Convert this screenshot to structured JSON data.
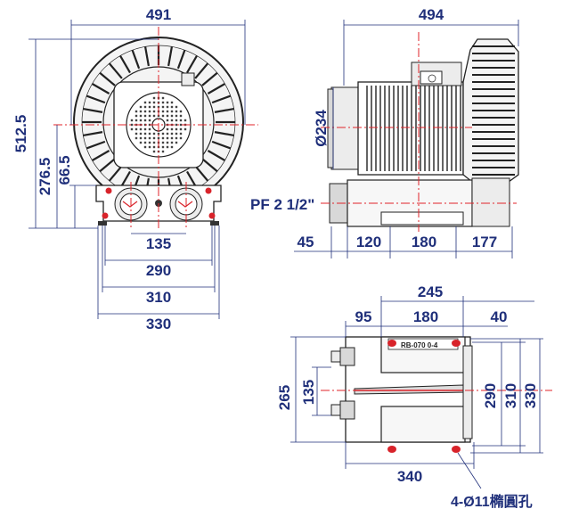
{
  "front_view": {
    "width_top": "491",
    "height_total": "512.5",
    "height_mid": "276.5",
    "height_low": "66.5",
    "inlet_spacing": "135",
    "base_290": "290",
    "base_310": "310",
    "base_330": "330"
  },
  "side_view": {
    "width_top": "494",
    "motor_diameter": "Ø234",
    "port_label": "PF 2 1/2\"",
    "seg_45": "45",
    "seg_120": "120",
    "seg_180": "180",
    "seg_177": "177"
  },
  "bottom_view": {
    "top_245": "245",
    "top_95": "95",
    "top_180": "180",
    "top_40": "40",
    "left_265": "265",
    "left_135": "135",
    "right_290": "290",
    "right_310": "310",
    "right_330": "330",
    "bottom_340": "340",
    "hole_note": "4-Ø11橢圓孔",
    "nameplate": "RB-070 0-4"
  },
  "colors": {
    "dimension": "#1f2f7a",
    "centerline": "#e0232a",
    "mount_hole": "#d8232a"
  }
}
